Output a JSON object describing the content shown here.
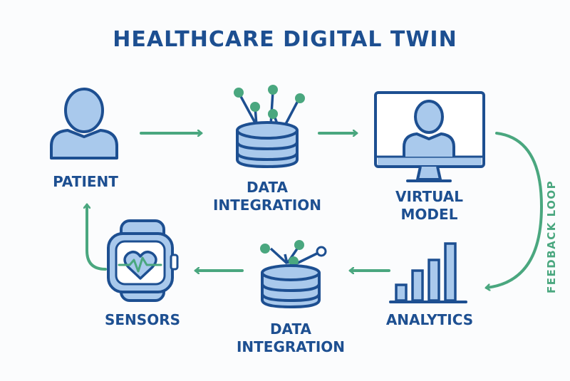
{
  "title": "HEALTHCARE DIGITAL TWIN",
  "nodes": {
    "patient": "PATIENT",
    "data_integration_top": "DATA\nINTEGRATION",
    "virtual_model": "VIRTUAL\nMODEL",
    "analytics": "ANALYTICS",
    "data_integration_bottom": "DATA\nINTEGRATION",
    "sensors": "SENSORS"
  },
  "feedback_loop_label": "FEEDBACK LOOP",
  "colors": {
    "primary": "#1d4f91",
    "icon_fill": "#a9c9ec",
    "arrow": "#4aa77f",
    "background": "#fbfcfd"
  }
}
